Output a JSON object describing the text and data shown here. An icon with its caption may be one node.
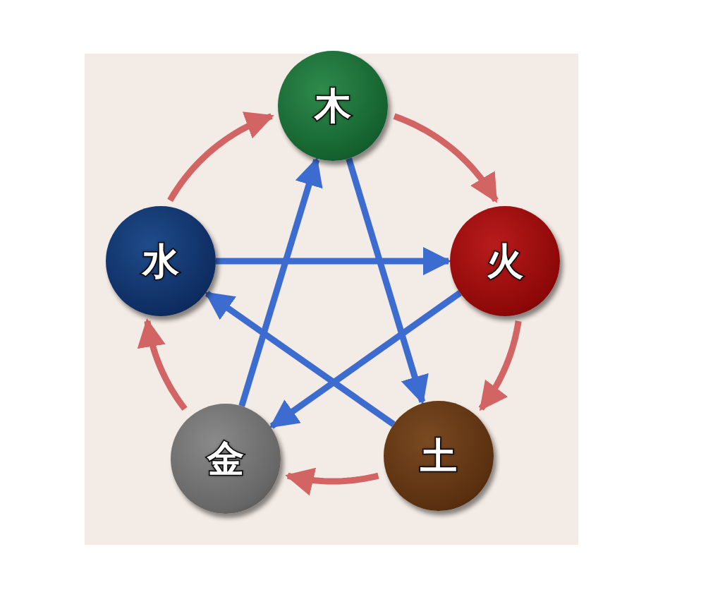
{
  "diagram": {
    "nodes": [
      {
        "text": [
          "木"
        ]
      },
      {
        "text": [
          "火"
        ]
      },
      {
        "text": [
          "土"
        ]
      },
      {
        "text": [
          "金"
        ]
      },
      {
        "text": [
          "水"
        ]
      }
    ],
    "edges": [
      {
        "from": 0,
        "to": 1,
        "arrow": "to",
        "color": "#d36464"
      },
      {
        "from": 1,
        "to": 2,
        "arrow": "to",
        "color": "#d36464"
      },
      {
        "from": 2,
        "to": 3,
        "arrow": "to",
        "color": "#d36464"
      },
      {
        "from": 3,
        "to": 4,
        "arrow": "to",
        "color": "#d36464"
      },
      {
        "from": 4,
        "to": 0,
        "arrow": "to",
        "color": "#d36464"
      },
      {
        "from": 0,
        "to": 2,
        "arrow": "to",
        "color": "#3d6cd0"
      },
      {
        "from": 2,
        "to": 4,
        "arrow": "to",
        "color": "#3d6cd0"
      },
      {
        "from": 4,
        "to": 1,
        "arrow": "to",
        "color": "#3d6cd0"
      },
      {
        "from": 1,
        "to": 3,
        "arrow": "to",
        "color": "#3d6cd0"
      },
      {
        "from": 3,
        "to": 0,
        "arrow": "to",
        "color": "#3d6cd0"
      }
    ]
  }
}
